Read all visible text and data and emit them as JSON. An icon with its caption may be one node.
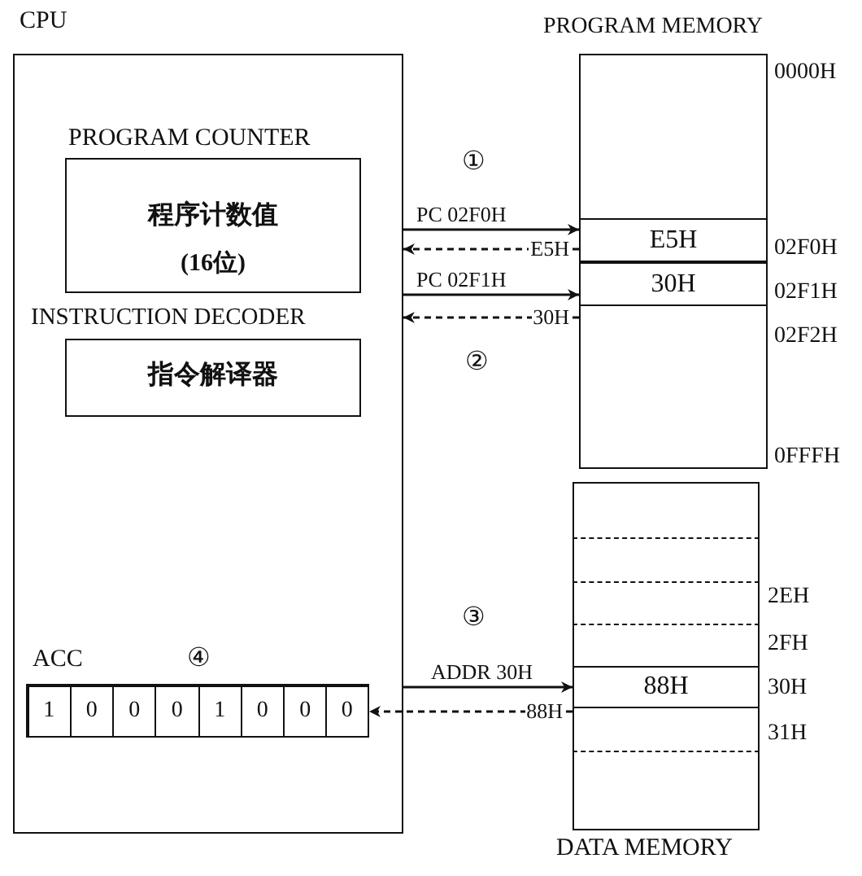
{
  "diagram": {
    "nodes": [
      {
        "text": [
          "CPU"
        ]
      },
      {
        "text": [
          "PROGRAM COUNTER",
          "程序计数值",
          "(16位)"
        ],
        "in": 0
      },
      {
        "text": [
          "INSTRUCTION DECODER",
          "指令解译器"
        ],
        "in": 0
      },
      {
        "text": [
          "ACC"
        ],
        "in": 0
      },
      {
        "text": [
          "1"
        ],
        "in": 3
      },
      {
        "text": [
          "0"
        ],
        "in": 3
      },
      {
        "text": [
          "0"
        ],
        "in": 3
      },
      {
        "text": [
          "0"
        ],
        "in": 3
      },
      {
        "text": [
          "1"
        ],
        "in": 3
      },
      {
        "text": [
          "0"
        ],
        "in": 3
      },
      {
        "text": [
          "0"
        ],
        "in": 3
      },
      {
        "text": [
          "0"
        ],
        "in": 3
      },
      {
        "text": [
          "PROGRAM MEMORY"
        ]
      },
      {
        "text": [
          "E5H"
        ],
        "in": 12,
        "beside": [
          "02F0H"
        ]
      },
      {
        "text": [
          "30H"
        ],
        "in": 12,
        "beside": [
          "02F1H"
        ]
      },
      {
        "text": [
          "DATA MEMORY"
        ]
      },
      {
        "text": [
          "88H"
        ],
        "in": 15,
        "beside": [
          "30H"
        ]
      }
    ],
    "edges": [
      {
        "from": 0,
        "to": 13,
        "arrow": "to",
        "label": "PC 02F0H"
      },
      {
        "from": 13,
        "to": 0,
        "arrow": "to",
        "label": "E5H",
        "style": "dashed"
      },
      {
        "from": 0,
        "to": 14,
        "arrow": "to",
        "label": "PC 02F1H"
      },
      {
        "from": 14,
        "to": 0,
        "arrow": "to",
        "label": "30H",
        "style": "dashed"
      },
      {
        "from": 0,
        "to": 16,
        "arrow": "to",
        "label": "ADDR 30H"
      },
      {
        "from": 16,
        "to": 3,
        "arrow": "to",
        "label": "88H",
        "style": "dashed"
      }
    ],
    "labels": [
      "①",
      "0000H",
      "②",
      "02F2H",
      "0FFFH",
      "2EH",
      "2FH",
      "③",
      "④",
      "31H"
    ]
  }
}
